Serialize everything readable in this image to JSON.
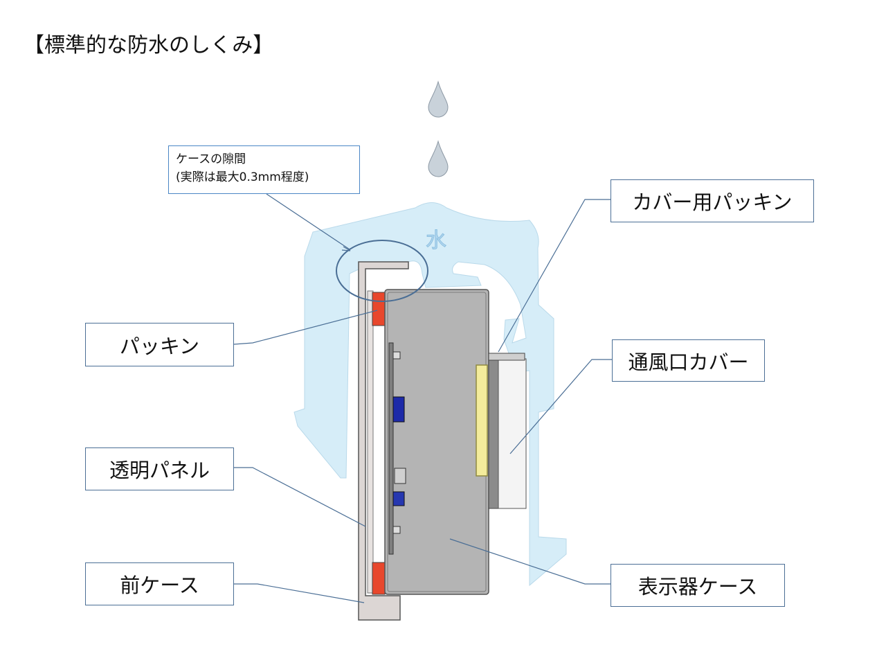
{
  "title": "【標準的な防水のしくみ】",
  "water_label": "水",
  "gap_note": {
    "line1": "ケースの隙間",
    "line2": "(実際は最大0.3mm程度)"
  },
  "labels": {
    "cover_packing": "カバー用パッキン",
    "packing": "パッキン",
    "vent_cover": "通風口カバー",
    "transparent_panel": "透明パネル",
    "front_case": "前ケース",
    "display_case": "表示器ケース"
  },
  "colors": {
    "water": "#d6edf8",
    "packing": "#e8472c",
    "display_case": "#b4b4b4",
    "front_case": "#dcd6d4",
    "leader_line": "#4a6e95"
  }
}
